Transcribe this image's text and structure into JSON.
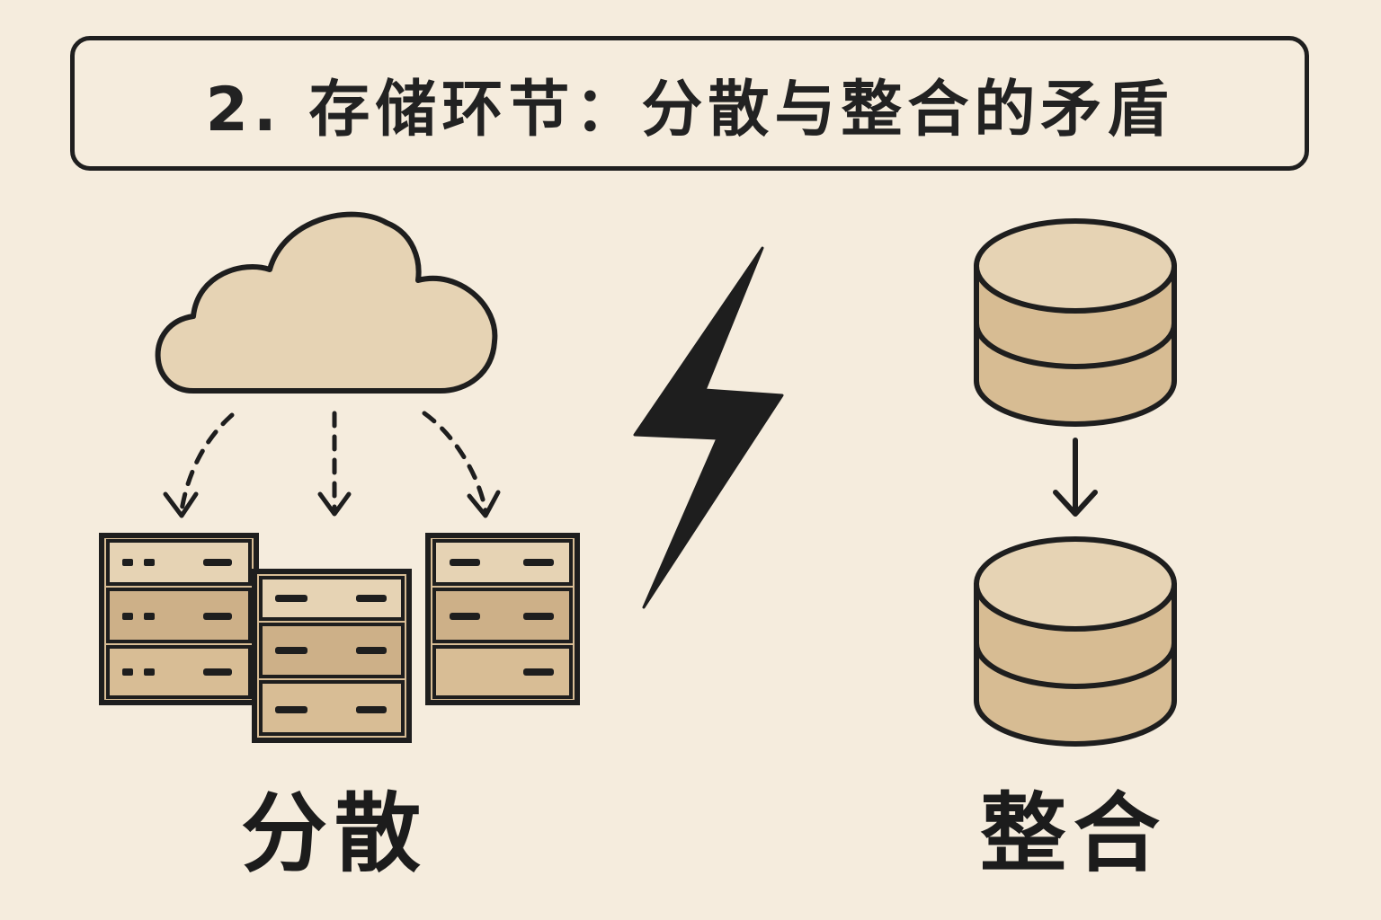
{
  "title": "2. 存储环节：分散与整合的矛盾",
  "left": {
    "label": "分散",
    "icons": [
      "cloud-icon",
      "server-rack-icon",
      "server-rack-icon",
      "server-rack-icon",
      "dashed-arrow-icon"
    ]
  },
  "center": {
    "icon": "lightning-bolt-icon"
  },
  "right": {
    "label": "整合",
    "icons": [
      "database-icon",
      "arrow-down-icon",
      "database-icon"
    ]
  },
  "colors": {
    "background": "#f5ecdd",
    "fill_light": "#e6d3b4",
    "fill_mid": "#d7bc93",
    "fill_dark": "#cdb088",
    "stroke": "#1e1e1e"
  }
}
